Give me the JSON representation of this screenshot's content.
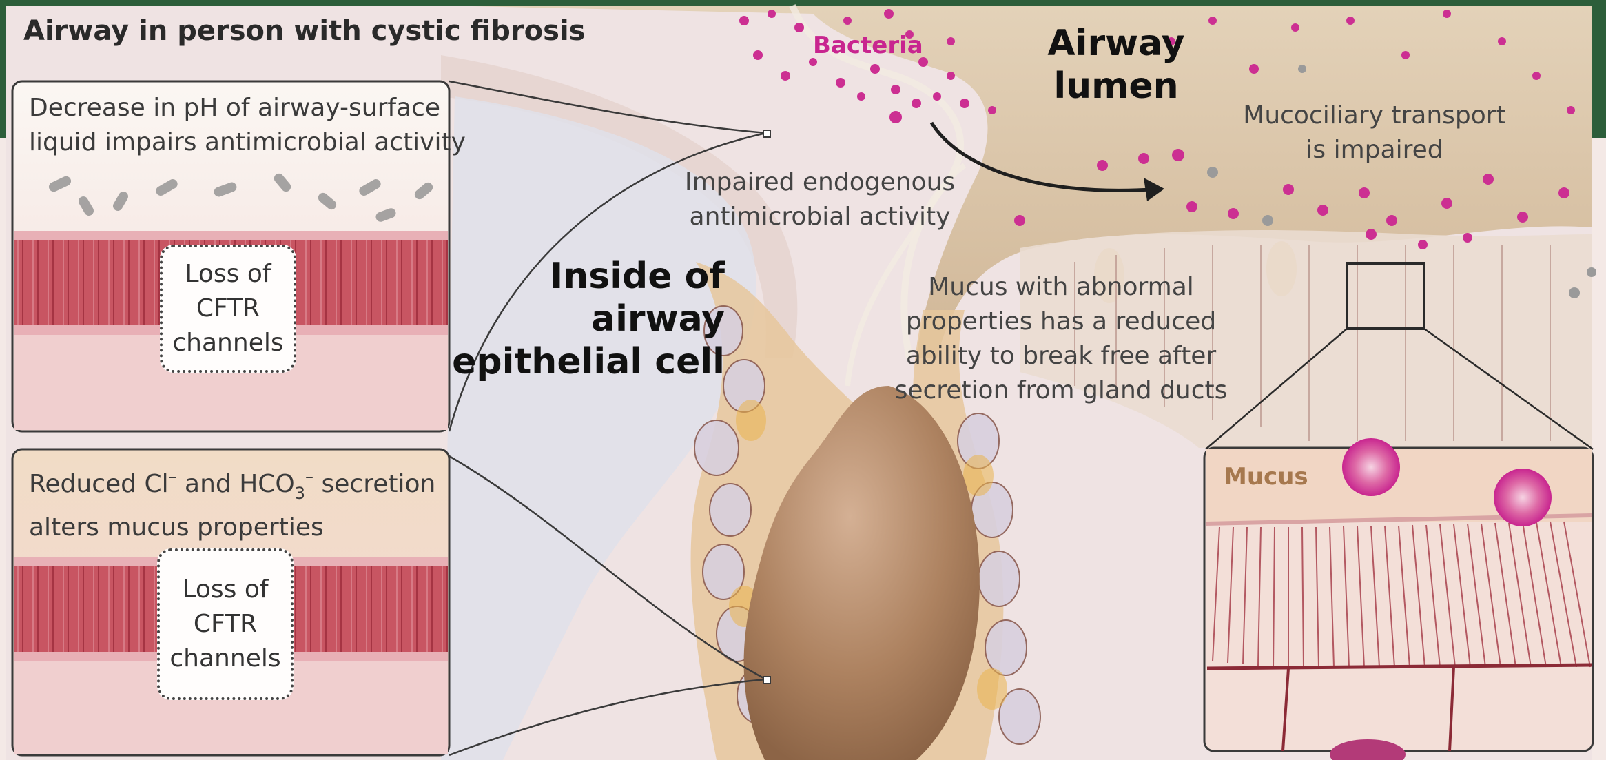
{
  "title": "Airway in person with cystic fibrosis",
  "labels": {
    "bacteria": "Bacteria",
    "airway_lumen_line1": "Airway",
    "airway_lumen_line2": "lumen",
    "mucociliary_line1": "Mucociliary transport",
    "mucociliary_line2": "is impaired",
    "impaired_line1": "Impaired endogenous",
    "impaired_line2": "antimicrobial activity",
    "inside_line1": "Inside of",
    "inside_line2": "airway",
    "inside_line3": "epithelial cell",
    "mucus_line1": "Mucus with abnormal",
    "mucus_line2": "properties has a reduced",
    "mucus_line3": "ability to break free after",
    "mucus_line4": "secretion from gland ducts",
    "mucus_inset": "Mucus"
  },
  "panel_top": {
    "line1": "Decrease in pH of airway-surface",
    "line2": "liquid impairs antimicrobial activity",
    "cftr_line1": "Loss of",
    "cftr_line2": "CFTR",
    "cftr_line3": "channels"
  },
  "panel_bottom": {
    "line1_a": "Reduced Cl",
    "line1_sup1": "–",
    "line1_b": " and HCO",
    "line1_sub": "3",
    "line1_sup2": "–",
    "line1_c": " secretion",
    "line2": "alters mucus properties",
    "cftr_line1": "Loss of",
    "cftr_line2": "CFTR",
    "cftr_line3": "channels"
  },
  "colors": {
    "frame_green": "#2c5e3a",
    "bacteria_magenta": "#c8258f",
    "mucus_brown": "#a6784e",
    "membrane_pink": "#c9535f",
    "lumen_tan": "#d8c3a5"
  }
}
